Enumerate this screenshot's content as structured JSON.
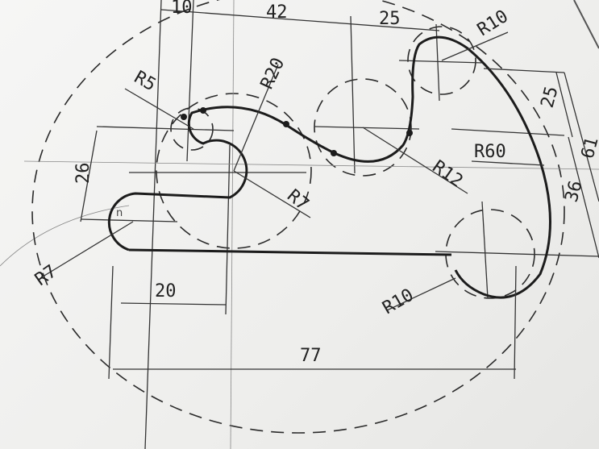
{
  "drawing": {
    "dimensions": {
      "top_10": "10",
      "top_42": "42",
      "top_25": "25",
      "right_25": "25",
      "right_61": "61",
      "right_36": "36",
      "left_26": "26",
      "bottom_20": "20",
      "bottom_77": "77"
    },
    "radii": {
      "r10_top": "R10",
      "r5": "R5",
      "r20": "R20",
      "r12": "R12",
      "r60": "R60",
      "r7_center": "R7",
      "r7_left": "R7",
      "r10_bottom": "R10"
    },
    "pencil_mark": "n"
  }
}
